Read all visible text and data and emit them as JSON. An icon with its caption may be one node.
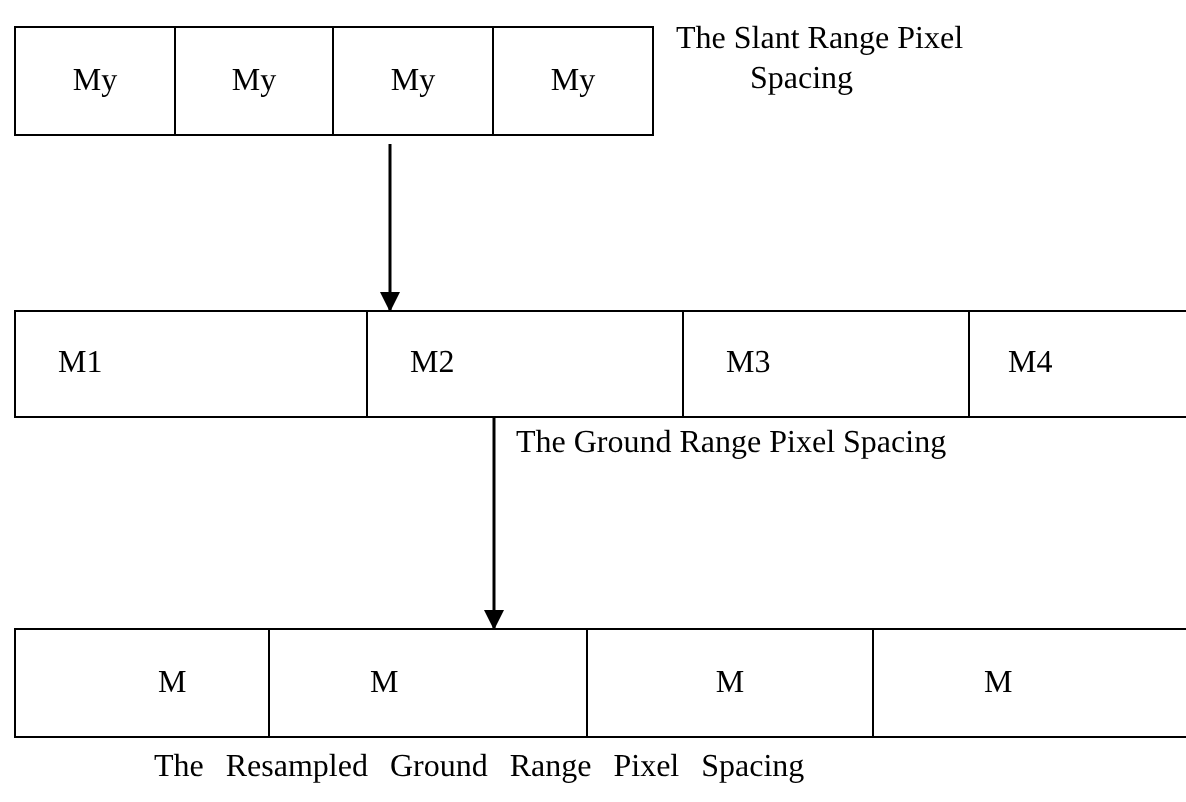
{
  "diagram": {
    "nodes": [
      {
        "text": [
          "My"
        ]
      },
      {
        "text": [
          "My"
        ]
      },
      {
        "text": [
          "My"
        ]
      },
      {
        "text": [
          "My"
        ]
      },
      {
        "text": [
          "M1"
        ]
      },
      {
        "text": [
          "M2"
        ]
      },
      {
        "text": [
          "M3"
        ]
      },
      {
        "text": [
          "M4"
        ]
      },
      {
        "text": [
          "M"
        ]
      },
      {
        "text": [
          "M"
        ]
      },
      {
        "text": [
          "M"
        ]
      },
      {
        "text": [
          "M"
        ]
      }
    ],
    "edges": [
      {
        "from": 2,
        "to": 5,
        "arrow": "to"
      },
      {
        "from": 5,
        "to": 9,
        "arrow": "to"
      }
    ],
    "labels": [
      "The Slant Range Pixel Spacing",
      "The Ground Range Pixel Spacing",
      "The Resampled Ground Range Pixel Spacing"
    ]
  }
}
